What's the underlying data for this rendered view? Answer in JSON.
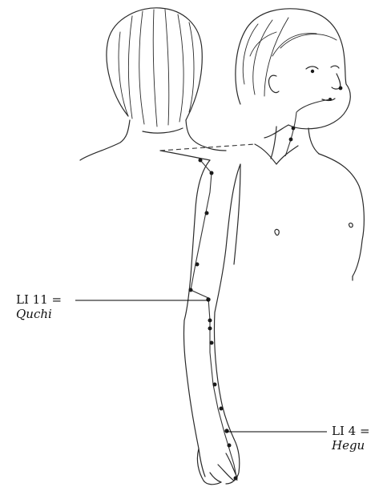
{
  "labels": {
    "li11": {
      "code": "LI 11 =",
      "name": "Quchi"
    },
    "li4": {
      "code": "LI 4 =",
      "name": "Hegu"
    }
  }
}
